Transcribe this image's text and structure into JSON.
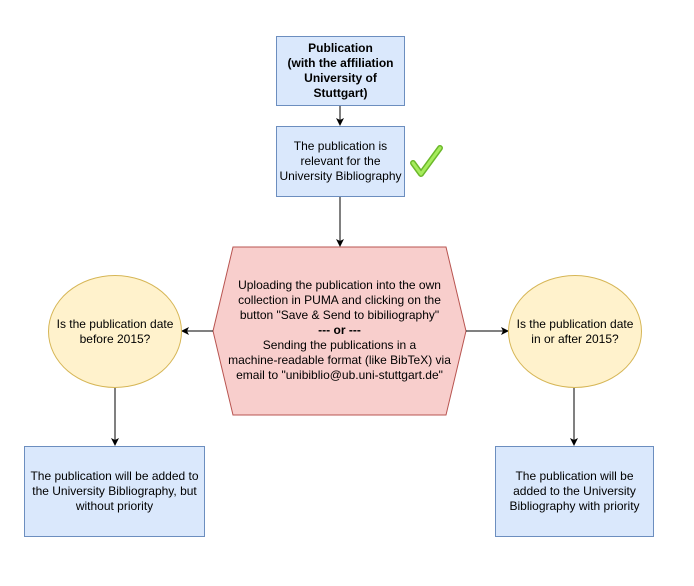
{
  "nodes": {
    "publication": {
      "lines": [
        "Publication",
        "(with the affiliation",
        "University of",
        "Stuttgart)"
      ]
    },
    "relevant": {
      "lines": [
        "The publication is",
        "relevant for the",
        "University Bibliography"
      ]
    },
    "upload": {
      "lines": [
        "Uploading the publication into the own",
        "collection in PUMA and clicking on the",
        "button \"Save & Send to bibiliography\"",
        "--- or ---",
        "Sending the publications in a",
        "machine-readable format (like BibTeX) via",
        "email to \"unibiblio@ub.uni-stuttgart.de\""
      ]
    },
    "before": {
      "lines": [
        "Is the publication date",
        "before 2015?"
      ]
    },
    "after": {
      "lines": [
        "Is the publication date",
        "in or after 2015?"
      ]
    },
    "no_priority": {
      "lines": [
        "The publication will be added to",
        "the University Bibliography, but",
        "without priority"
      ]
    },
    "priority": {
      "lines": [
        "The publication will be",
        "added to the University",
        "Bibliography with priority"
      ]
    }
  },
  "colors": {
    "box_fill": "#dae8fc",
    "box_stroke": "#6c8ebf",
    "hex_fill": "#f8cecc",
    "hex_stroke": "#b85450",
    "ellipse_fill": "#fff2cc",
    "ellipse_stroke": "#d6b656",
    "check": "#99e04a"
  },
  "icons": {
    "check": "checkmark-icon"
  }
}
